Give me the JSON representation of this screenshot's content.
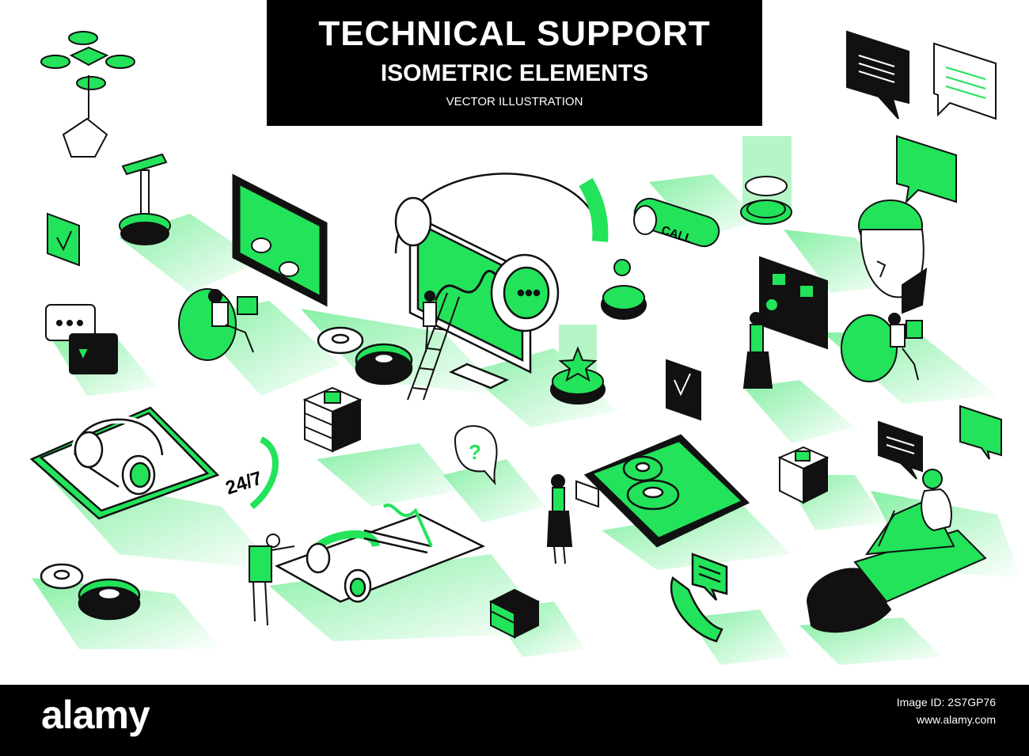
{
  "title": {
    "main": "TECHNICAL SUPPORT",
    "sub": "ISOMETRIC ELEMENTS",
    "note": "VECTOR ILLUSTRATION"
  },
  "labels": {
    "call": "CALL",
    "hours": "24/7",
    "question": "?"
  },
  "footer": {
    "brand": "alamy",
    "image_id_label": "Image ID: 2S7GP76",
    "site": "www.alamy.com"
  },
  "colors": {
    "accent": "#22e35a",
    "accent_light": "#b6f5c6",
    "ink": "#111111"
  },
  "icons": [
    "drone-icon",
    "chat-bubble-icon",
    "headphones-icon",
    "gear-icon",
    "checkmark-icon",
    "star-trophy-icon",
    "phone-icon",
    "database-stack-icon",
    "question-bubble-icon",
    "robot-head-icon",
    "tablet-icon",
    "monitor-icon"
  ]
}
